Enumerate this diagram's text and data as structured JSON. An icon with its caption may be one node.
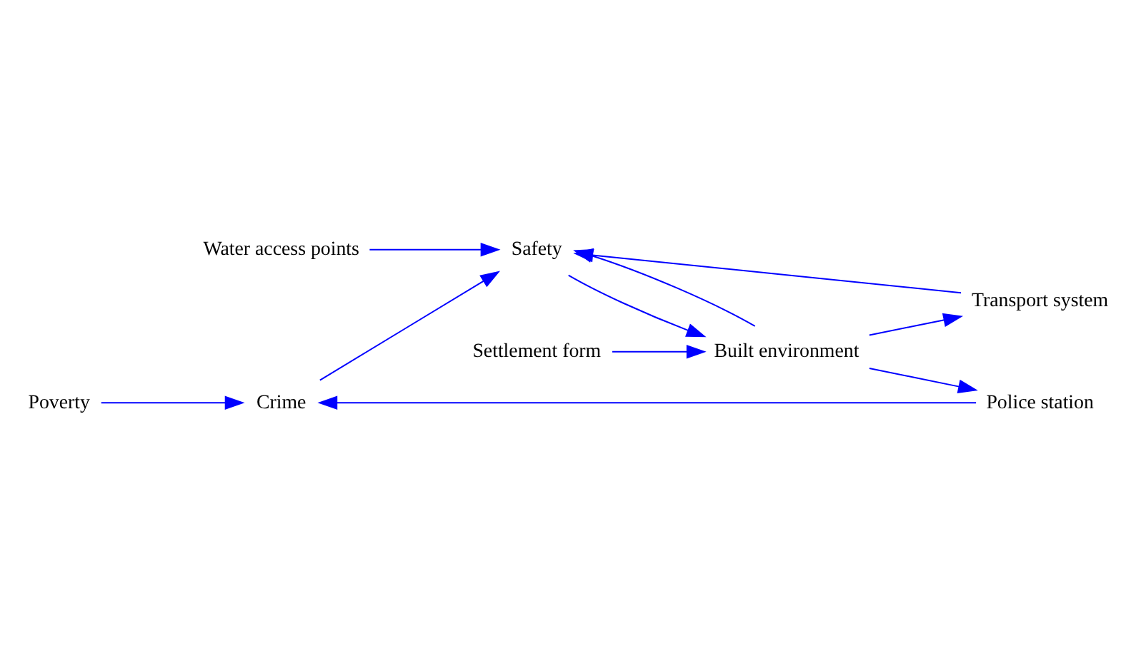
{
  "diagram": {
    "nodes": [
      {
        "text": [
          "Crime"
        ]
      },
      {
        "text": [
          "Poverty"
        ]
      },
      {
        "text": [
          "Police station"
        ]
      },
      {
        "text": [
          "Settlement form"
        ]
      },
      {
        "text": [
          "Built environment"
        ]
      },
      {
        "text": [
          "Safety"
        ]
      },
      {
        "text": [
          "Water access points"
        ]
      },
      {
        "text": [
          "Transport system"
        ]
      }
    ],
    "edges": [
      {
        "from": 1,
        "to": 0,
        "arrow": "to"
      },
      {
        "from": 2,
        "to": 0,
        "arrow": "to"
      },
      {
        "from": 0,
        "to": 5,
        "arrow": "to"
      },
      {
        "from": 4,
        "to": 2,
        "arrow": "to"
      },
      {
        "from": 4,
        "to": 5,
        "arrow": "to"
      },
      {
        "from": 5,
        "to": 4,
        "arrow": "to"
      },
      {
        "from": 3,
        "to": 4,
        "arrow": "to"
      },
      {
        "from": 6,
        "to": 5,
        "arrow": "to"
      },
      {
        "from": 4,
        "to": 7,
        "arrow": "to"
      },
      {
        "from": 7,
        "to": 5,
        "arrow": "to"
      }
    ]
  }
}
